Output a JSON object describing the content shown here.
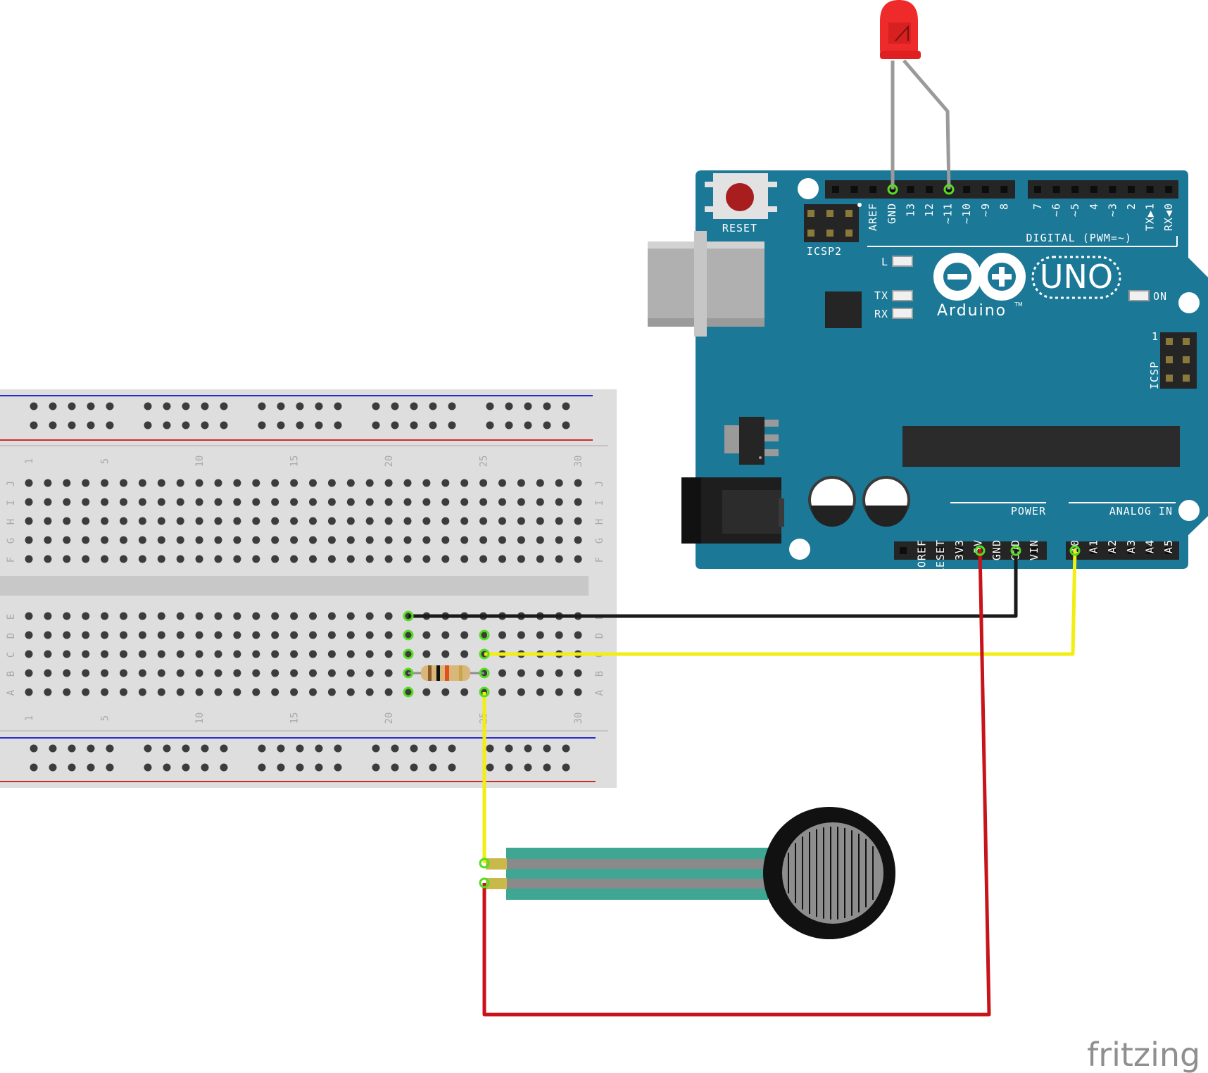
{
  "breadboard": {
    "row_letters_top": [
      "J",
      "I",
      "H",
      "G",
      "F"
    ],
    "row_letters_bottom": [
      "E",
      "D",
      "C",
      "B",
      "A"
    ],
    "column_numbers": [
      "1",
      "5",
      "10",
      "15",
      "20",
      "25",
      "30"
    ]
  },
  "arduino": {
    "reset_label": "RESET",
    "icsp2_label": "ICSP2",
    "icsp_label": "ICSP",
    "icsp_pin1": "1",
    "digital_label": "DIGITAL (PWM=~)",
    "power_label": "POWER",
    "analog_label": "ANALOG IN",
    "led_l": "L",
    "led_tx": "TX",
    "led_rx": "RX",
    "led_on": "ON",
    "logo_uno": "UNO",
    "logo_brand": "Arduino",
    "logo_tm": "TM",
    "digital_pins_left": [
      "AREF",
      "GND",
      "13",
      "12",
      "~11",
      "~10",
      "~9",
      "8"
    ],
    "digital_pins_right": [
      "7",
      "~6",
      "~5",
      "4",
      "~3",
      "2",
      "TX▶1",
      "RX◀0"
    ],
    "power_pins": [
      "IOREF",
      "RESET",
      "3V3",
      "5V",
      "GND",
      "GND",
      "VIN"
    ],
    "analog_pins": [
      "A0",
      "A1",
      "A2",
      "A3",
      "A4",
      "A5"
    ]
  },
  "watermark": "fritzing",
  "colors": {
    "board": "#1b7896",
    "wire_black": "#1a1a1a",
    "wire_yellow": "#f2ee10",
    "wire_red": "#c8131a",
    "led_red": "#ee2a2a",
    "sensor_teal": "#3ea693"
  }
}
